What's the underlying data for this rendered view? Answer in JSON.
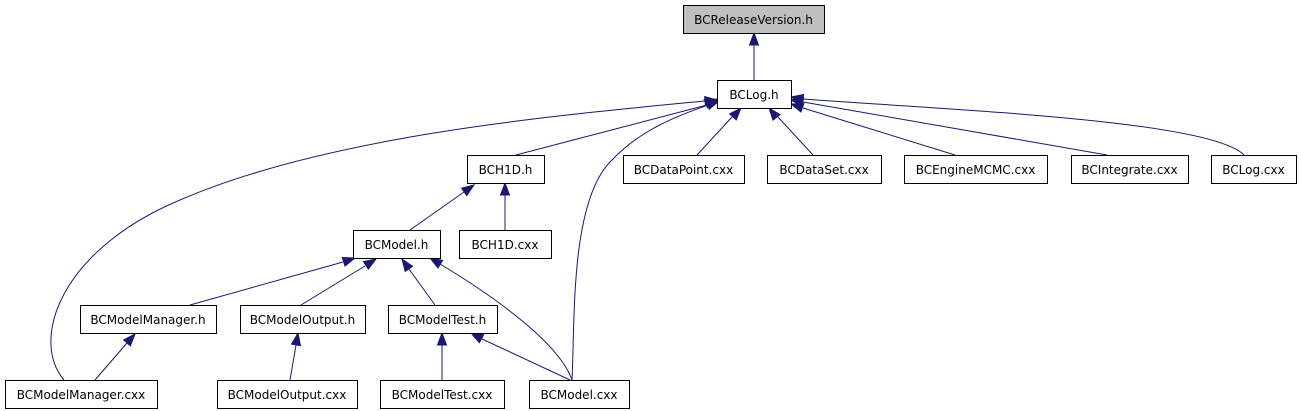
{
  "diagram": {
    "colors": {
      "edge": "#191970",
      "root_fill": "#bfbfbf",
      "node_fill": "#ffffff",
      "node_border": "#000000",
      "text": "#000000"
    },
    "nodes": [
      {
        "id": "bcreleaseversion_h",
        "label": "BCReleaseVersion.h",
        "root": true
      },
      {
        "id": "bclog_h",
        "label": "BCLog.h"
      },
      {
        "id": "bch1d_h",
        "label": "BCH1D.h"
      },
      {
        "id": "bcdatapoint_cxx",
        "label": "BCDataPoint.cxx"
      },
      {
        "id": "bcdataset_cxx",
        "label": "BCDataSet.cxx"
      },
      {
        "id": "bcenginemcmc_cxx",
        "label": "BCEngineMCMC.cxx"
      },
      {
        "id": "bcintegrate_cxx",
        "label": "BCIntegrate.cxx"
      },
      {
        "id": "bclog_cxx",
        "label": "BCLog.cxx"
      },
      {
        "id": "bcmodel_h",
        "label": "BCModel.h"
      },
      {
        "id": "bch1d_cxx",
        "label": "BCH1D.cxx"
      },
      {
        "id": "bcmodelmanager_h",
        "label": "BCModelManager.h"
      },
      {
        "id": "bcmodeloutput_h",
        "label": "BCModelOutput.h"
      },
      {
        "id": "bcmodeltest_h",
        "label": "BCModelTest.h"
      },
      {
        "id": "bcmodelmanager_cxx",
        "label": "BCModelManager.cxx"
      },
      {
        "id": "bcmodeloutput_cxx",
        "label": "BCModelOutput.cxx"
      },
      {
        "id": "bcmodeltest_cxx",
        "label": "BCModelTest.cxx"
      },
      {
        "id": "bcmodel_cxx",
        "label": "BCModel.cxx"
      }
    ],
    "edges": [
      {
        "from": "bclog_h",
        "to": "bcreleaseversion_h"
      },
      {
        "from": "bch1d_h",
        "to": "bclog_h"
      },
      {
        "from": "bcdatapoint_cxx",
        "to": "bclog_h"
      },
      {
        "from": "bcdataset_cxx",
        "to": "bclog_h"
      },
      {
        "from": "bcenginemcmc_cxx",
        "to": "bclog_h"
      },
      {
        "from": "bcintegrate_cxx",
        "to": "bclog_h"
      },
      {
        "from": "bclog_cxx",
        "to": "bclog_h"
      },
      {
        "from": "bcmodelmanager_cxx",
        "to": "bclog_h"
      },
      {
        "from": "bcmodel_cxx",
        "to": "bclog_h"
      },
      {
        "from": "bcmodel_h",
        "to": "bch1d_h"
      },
      {
        "from": "bch1d_cxx",
        "to": "bch1d_h"
      },
      {
        "from": "bcmodelmanager_h",
        "to": "bcmodel_h"
      },
      {
        "from": "bcmodeloutput_h",
        "to": "bcmodel_h"
      },
      {
        "from": "bcmodeltest_h",
        "to": "bcmodel_h"
      },
      {
        "from": "bcmodel_cxx",
        "to": "bcmodel_h"
      },
      {
        "from": "bcmodelmanager_cxx",
        "to": "bcmodelmanager_h"
      },
      {
        "from": "bcmodeloutput_cxx",
        "to": "bcmodeloutput_h"
      },
      {
        "from": "bcmodeltest_cxx",
        "to": "bcmodeltest_h"
      },
      {
        "from": "bcmodel_cxx",
        "to": "bcmodeltest_h"
      }
    ]
  }
}
